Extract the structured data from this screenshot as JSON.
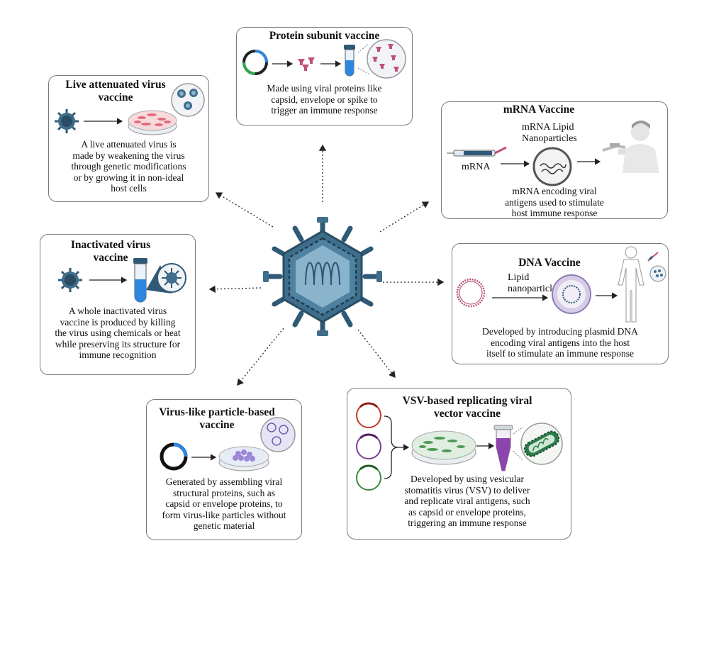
{
  "center": {
    "icon": "virus-icon"
  },
  "protein": {
    "title": "Protein subunit vaccine",
    "desc": [
      "Made using viral proteins like",
      "capsid, envelope or spike to",
      "trigger an immune response"
    ]
  },
  "live": {
    "title": [
      "Live attenuated virus",
      "vaccine"
    ],
    "desc": [
      "A live attenuated virus is",
      "made by weakening the virus",
      "through genetic modifications",
      "or by growing it in non-ideal",
      "host cells"
    ]
  },
  "mrna": {
    "title": "mRNA Vaccine",
    "lipid_label": [
      "mRNA Lipid",
      "Nanoparticles"
    ],
    "mrna_label": "mRNA",
    "desc": [
      "mRNA encoding viral",
      "antigens used to stimulate",
      "host immune response"
    ]
  },
  "inactivated": {
    "title": [
      "Inactivated virus",
      "vaccine"
    ],
    "desc": [
      "A whole inactivated virus",
      "vaccine is produced by killing",
      "the virus using chemicals or heat",
      "while preserving its structure for",
      "immune recognition"
    ]
  },
  "dna": {
    "title": "DNA Vaccine",
    "lipid_label": [
      "Lipid",
      "nanoparticles"
    ],
    "desc": [
      "Developed by introducing plasmid DNA",
      "encoding viral antigens into the host",
      "itself to stimulate an immune response"
    ]
  },
  "vlp": {
    "title": [
      "Virus-like particle-based",
      "vaccine"
    ],
    "desc": [
      "Generated by assembling viral",
      "structural proteins, such as",
      "capsid or envelope proteins, to",
      "form virus-like particles without",
      "genetic material"
    ]
  },
  "vsv": {
    "title": [
      "VSV-based replicating viral",
      "vector vaccine"
    ],
    "desc": [
      "Developed by using vesicular",
      "stomatitis virus (VSV) to deliver",
      "and replicate viral antigens, such",
      "as capsid or envelope proteins,",
      "triggering an immune response"
    ]
  },
  "colors": {
    "virus": "#3f6e8c",
    "virus_light": "#8ab4cc",
    "pink": "#c0507a",
    "plasmid_red": "#c0392b",
    "plasmid_purple": "#7d3c98",
    "plasmid_green": "#3c8c3c",
    "blue": "#2e86de"
  }
}
